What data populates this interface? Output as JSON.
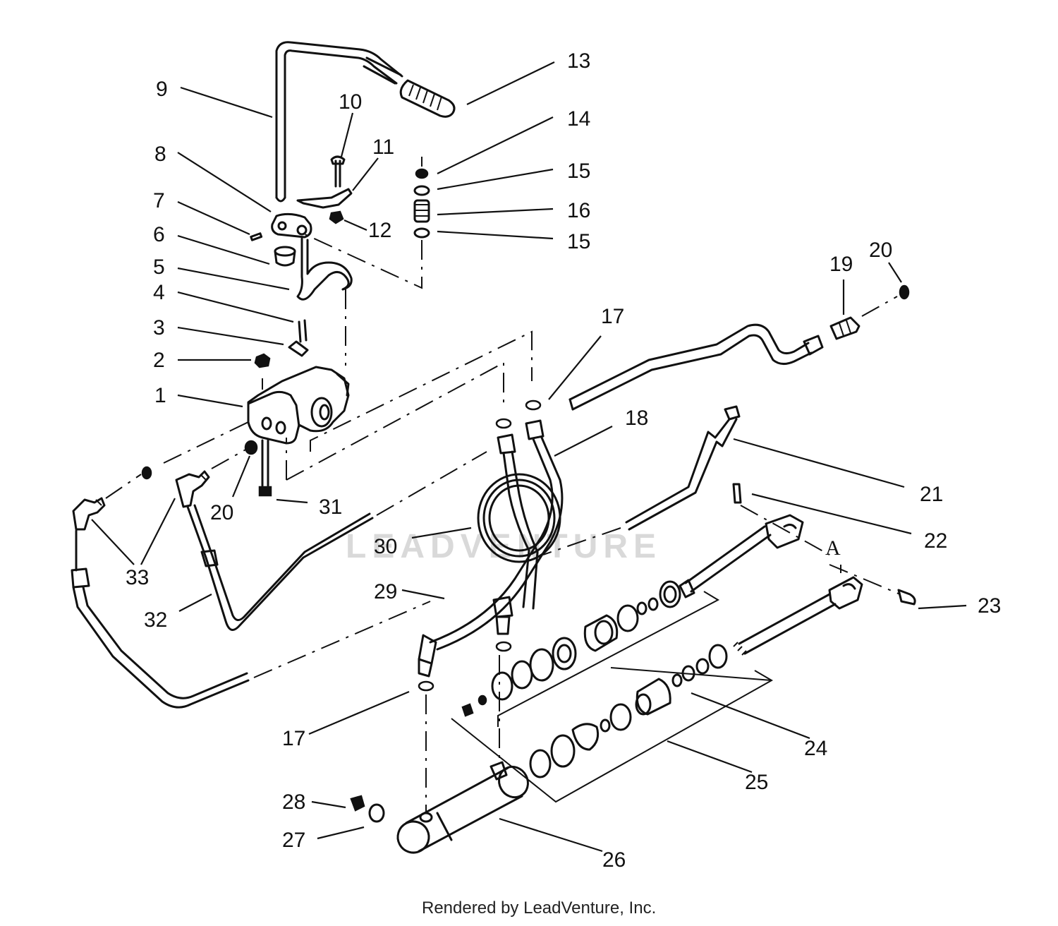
{
  "diagram": {
    "callouts": [
      "1",
      "2",
      "3",
      "4",
      "5",
      "6",
      "7",
      "8",
      "9",
      "10",
      "11",
      "12",
      "13",
      "14",
      "15",
      "15",
      "16",
      "17",
      "17",
      "18",
      "19",
      "20",
      "20",
      "21",
      "22",
      "23",
      "24",
      "25",
      "26",
      "27",
      "28",
      "29",
      "30",
      "31",
      "32",
      "33"
    ],
    "view_label": "A",
    "watermark": "LEADVENTURE",
    "footer": "Rendered by LeadVenture, Inc."
  }
}
